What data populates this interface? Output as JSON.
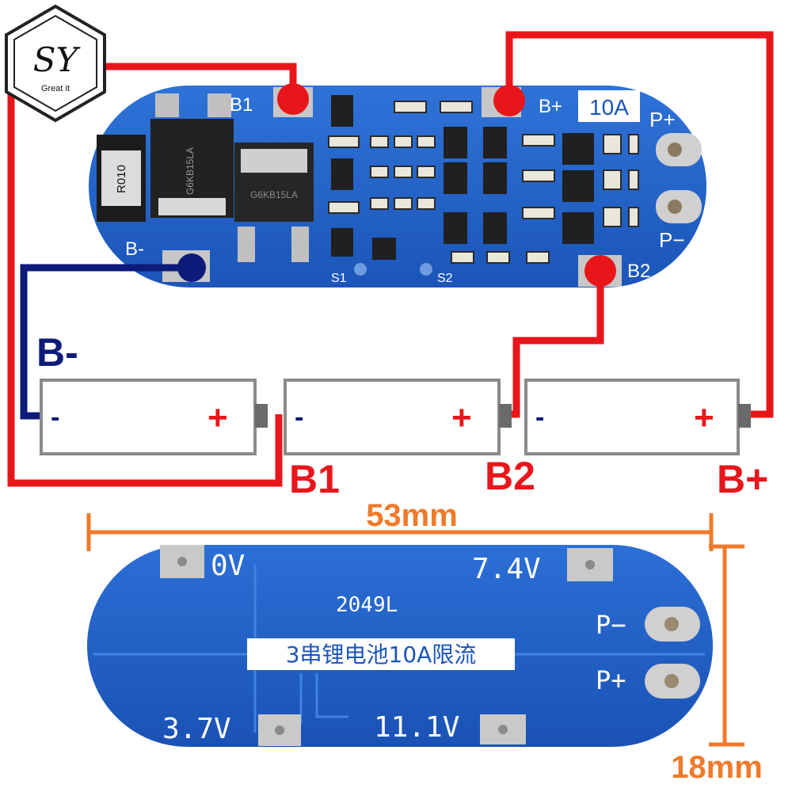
{
  "logo": {
    "letters": "SY",
    "tagline": "Great it"
  },
  "top_board": {
    "pad_labels": {
      "b1": "B1",
      "b_plus": "B+",
      "b_minus": "B-",
      "b2": "B2",
      "p_plus": "P+",
      "p_minus": "P−"
    },
    "current_label": "10A",
    "resistor_code": "R010",
    "mosfet_marking_1": "G6KB15LA",
    "mosfet_marking_2": "G6KB15LA",
    "switch_labels": {
      "s1": "S1",
      "s2": "S2"
    }
  },
  "wiring": {
    "b_minus_label": "B-",
    "b1_label": "B1",
    "b2_label": "B2",
    "b_plus_label": "B+",
    "colors": {
      "positive": "#e8161b",
      "negative": "#0d1b7a",
      "orange": "#f07a2a"
    }
  },
  "cells": [
    {
      "minus": "-",
      "plus": "+"
    },
    {
      "minus": "-",
      "plus": "+"
    },
    {
      "minus": "-",
      "plus": "+"
    }
  ],
  "dimensions": {
    "width": "53mm",
    "height": "18mm"
  },
  "bottom_board": {
    "pad_0v": "0V",
    "pad_7v4": "7.4V",
    "pad_3v7": "3.7V",
    "pad_11v1": "11.1V",
    "p_minus": "P−",
    "p_plus": "P+",
    "batch_code": "2049L",
    "description": "3串锂电池10A限流"
  }
}
